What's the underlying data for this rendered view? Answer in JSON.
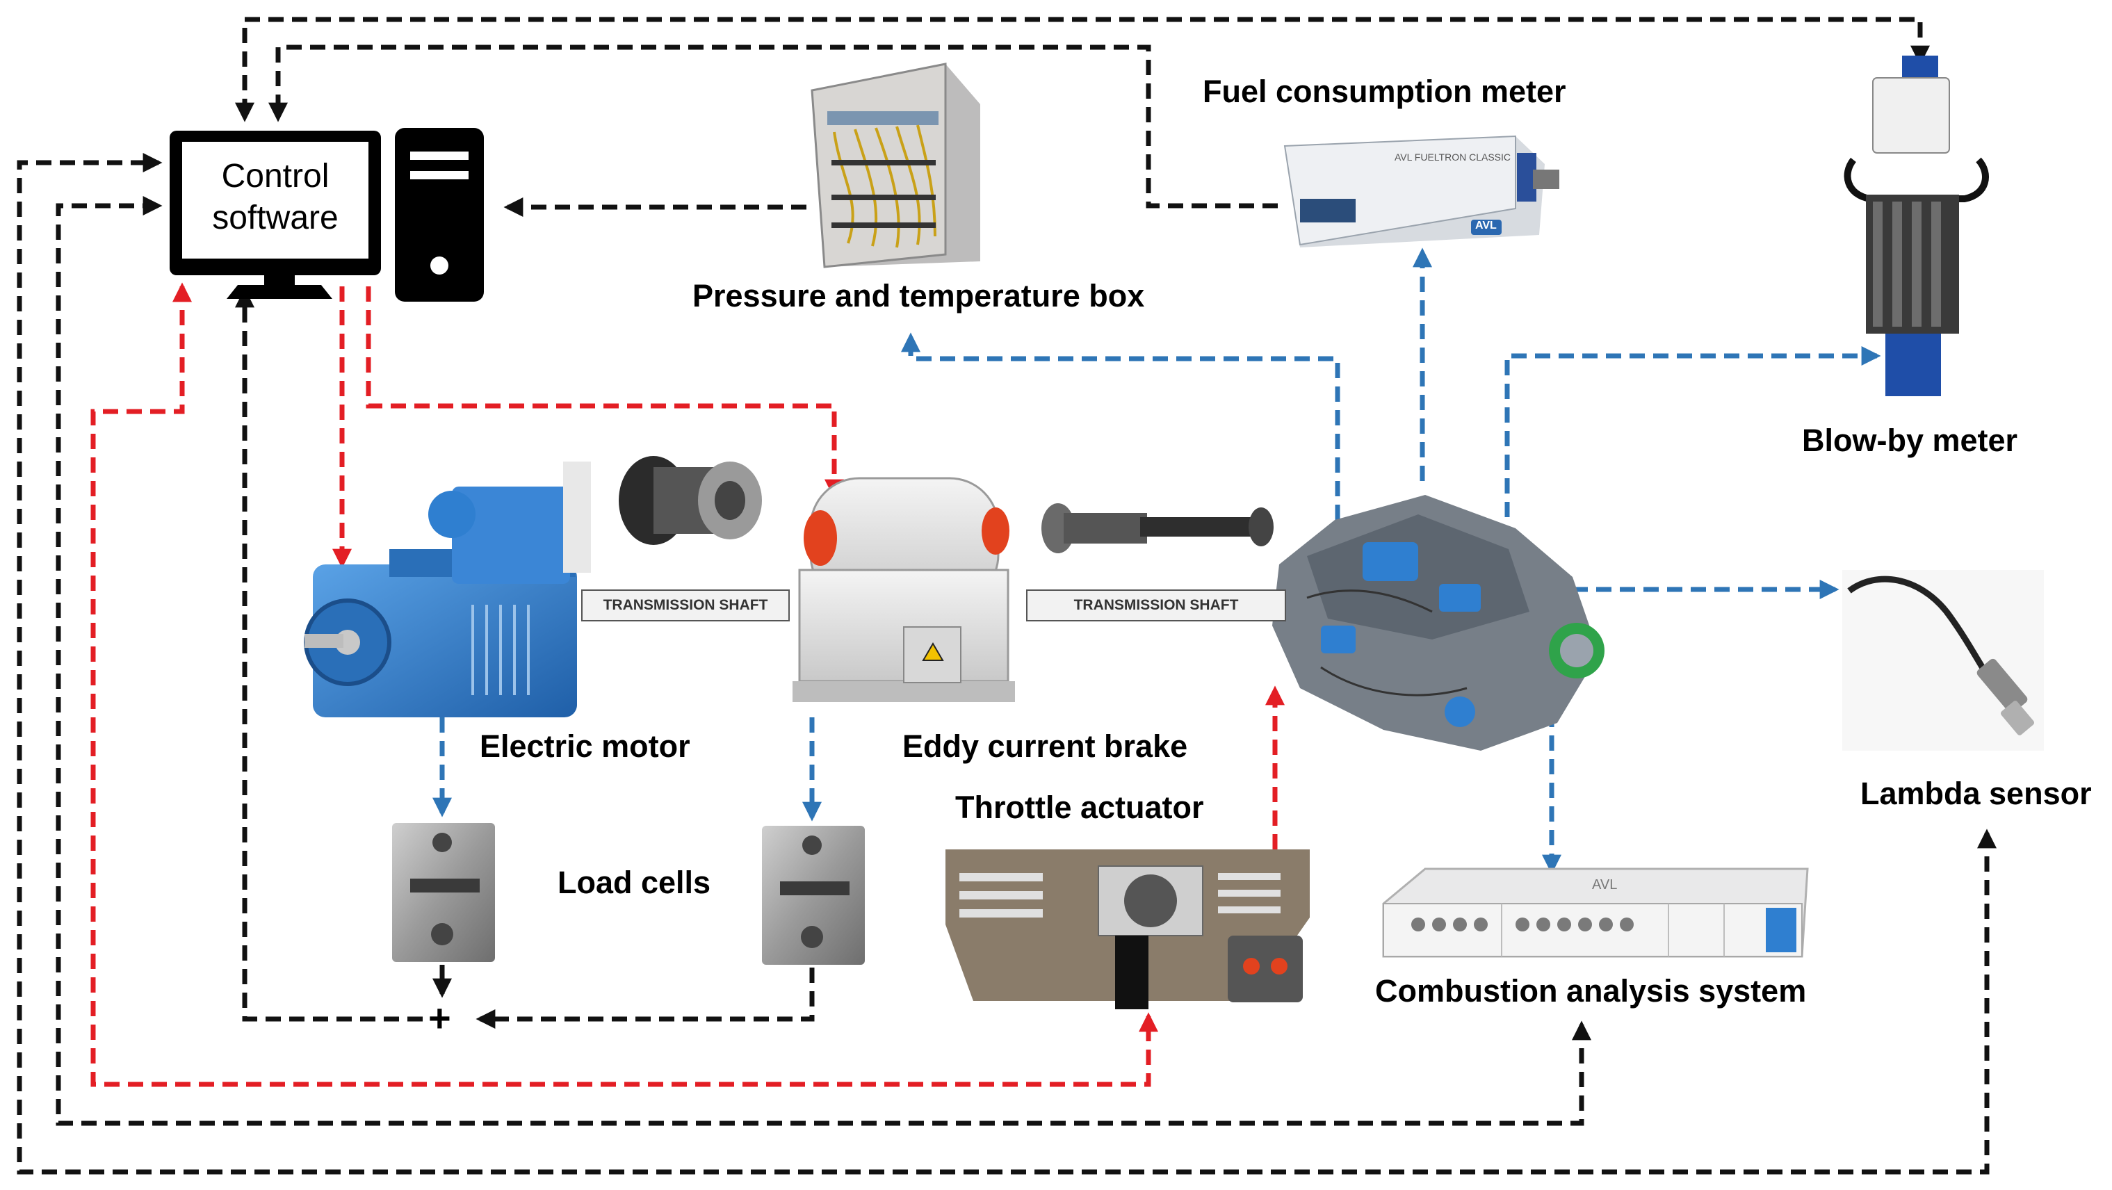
{
  "labels": {
    "control_line1": "Control",
    "control_line2": "software",
    "fuel_meter": "Fuel consumption meter",
    "pt_box": "Pressure and temperature box",
    "blowby": "Blow-by meter",
    "electric_motor": "Electric motor",
    "eddy_brake": "Eddy current brake",
    "throttle": "Throttle actuator",
    "load_cells": "Load cells",
    "lambda": "Lambda sensor",
    "combustion": "Combustion analysis system",
    "shaft1": "TRANSMISSION SHAFT",
    "shaft2": "TRANSMISSION SHAFT",
    "sum": "+",
    "avl_fuel": "AVL FUELTRON CLASSIC",
    "avl_comb": "AVL",
    "avl_brand": "AVL"
  },
  "colors": {
    "red_arrow": "#e31e24",
    "blue_arrow": "#2e75b6",
    "black_arrow": "#111111",
    "motor_blue": "#2f7fd0",
    "frame_gray": "#d9d9d9"
  }
}
